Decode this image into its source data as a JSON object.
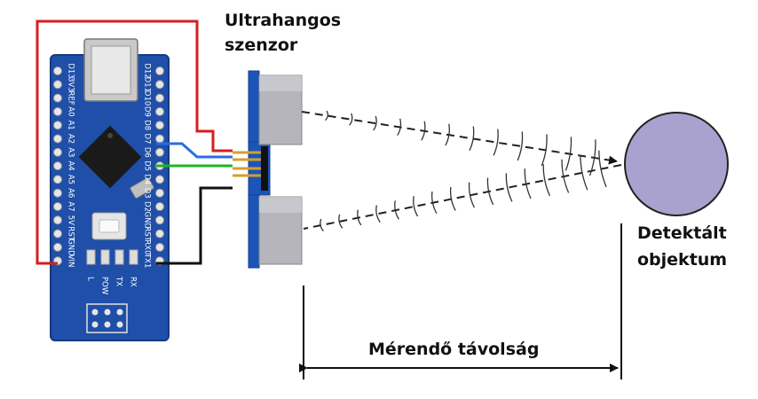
{
  "labels": {
    "sensor_line1": "Ultrahangos",
    "sensor_line2": "szenzor",
    "object_line1": "Detektált",
    "object_line2": "objektum",
    "distance": "Mérendő távolság"
  },
  "board": {
    "left_pins": [
      "D13",
      "3V3",
      "REF",
      "A0",
      "A1",
      "A2",
      "A3",
      "A4",
      "A5",
      "A6",
      "A7",
      "5V",
      "RST",
      "GND",
      "VIN"
    ],
    "right_pins": [
      "D12",
      "D11",
      "D10",
      "D9",
      "D8",
      "D7",
      "D6",
      "D5",
      "D4",
      "D3",
      "D2",
      "GND",
      "RST",
      "RX0",
      "TX1"
    ],
    "led_labels": [
      "L",
      "POW",
      "TX",
      "RX"
    ]
  },
  "colors": {
    "board": "#1f4fa8",
    "wire_vcc": "#d41f1f",
    "wire_trig": "#2a6ee0",
    "wire_echo": "#21b521",
    "wire_gnd": "#111111",
    "object_fill": "#a9a2cf"
  }
}
